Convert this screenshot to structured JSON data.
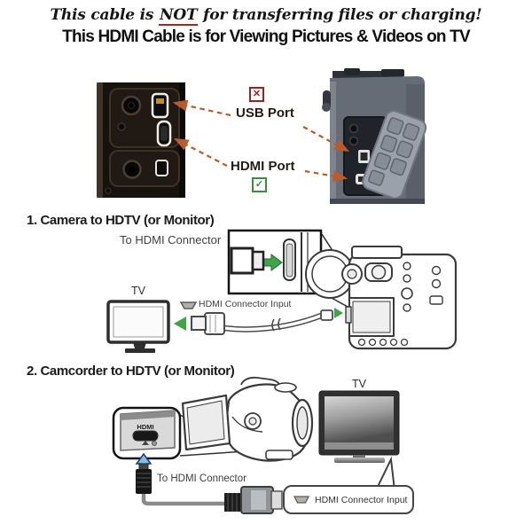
{
  "header": {
    "warning_prefix": "This cable is ",
    "warning_emphasis": "NOT",
    "warning_suffix": " for transferring files or charging!",
    "title": "This HDMI Cable is for Viewing Pictures & Videos on TV"
  },
  "ports_guide": {
    "usb_label": "USB Port",
    "usb_mark": "✕",
    "hdmi_label": "HDMI Port",
    "hdmi_mark": "✓"
  },
  "section1": {
    "heading": "1. Camera to HDTV (or Monitor)",
    "to_hdmi_connector_label": "To HDMI Connector",
    "tv_label": "TV",
    "hdmi_connector_input_label": "HDMI Connector Input"
  },
  "section2": {
    "heading": "2. Camcorder to HDTV (or Monitor)",
    "port_logo": "HDMI",
    "to_hdmi_connector_label": "To HDMI Connector",
    "tv_label": "TV",
    "hdmi_connector_input_label": "HDMI Connector Input"
  },
  "icons": {
    "usb_mark_icon": "cross-box",
    "hdmi_mark_icon": "check-box",
    "hdmi_connector_icon": "hdmi-trapezoid"
  },
  "colors": {
    "warning_underline": "#b22222",
    "cross_red": "#a02020",
    "check_green": "#3c8c3c",
    "pointer_arrow_orange": "#b85c2e",
    "flow_arrow_green": "#3fa548",
    "flow_arrow_blue": "#85bce6"
  }
}
